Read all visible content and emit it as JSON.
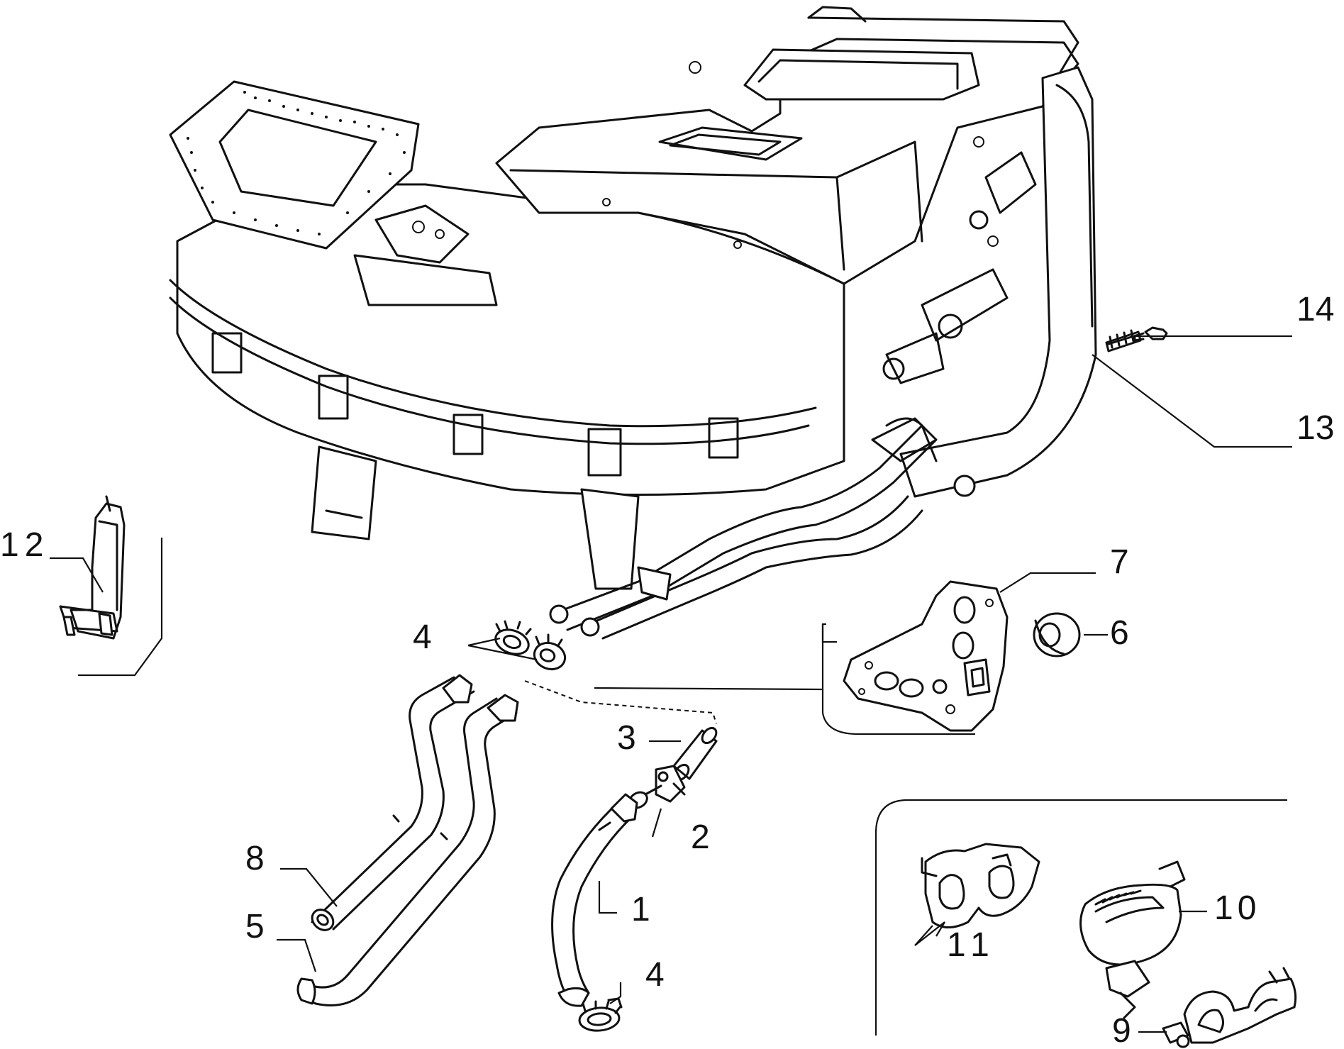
{
  "callouts": [
    {
      "id": "c1",
      "text": "1"
    },
    {
      "id": "c2",
      "text": "2"
    },
    {
      "id": "c3",
      "text": "3"
    },
    {
      "id": "c4a",
      "text": "4"
    },
    {
      "id": "c4b",
      "text": "4"
    },
    {
      "id": "c5",
      "text": "5"
    },
    {
      "id": "c6",
      "text": "6"
    },
    {
      "id": "c7",
      "text": "7"
    },
    {
      "id": "c8",
      "text": "8"
    },
    {
      "id": "c9",
      "text": "9"
    },
    {
      "id": "c10",
      "text": "10"
    },
    {
      "id": "c11",
      "text": "11"
    },
    {
      "id": "c12",
      "text": "12"
    },
    {
      "id": "c13",
      "text": "13"
    },
    {
      "id": "c14",
      "text": "14"
    }
  ]
}
